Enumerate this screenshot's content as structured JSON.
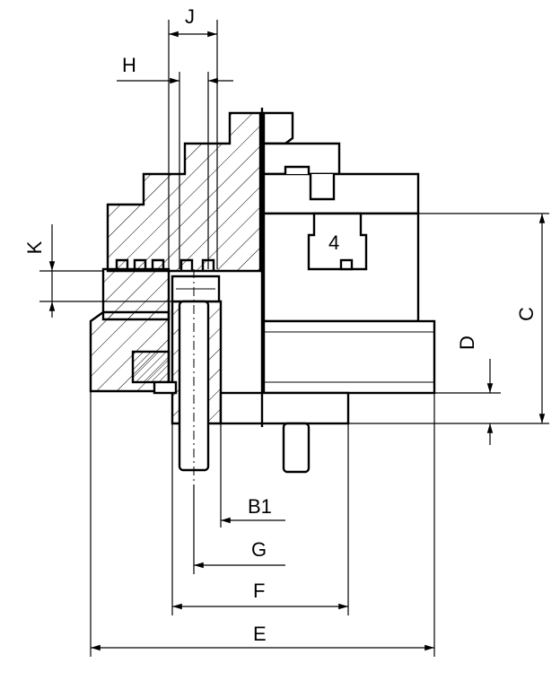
{
  "labels": {
    "J": "J",
    "H": "H",
    "K": "K",
    "C": "C",
    "D": "D",
    "B1": "B1",
    "G": "G",
    "F": "F",
    "E": "E",
    "jaw_number": "4"
  }
}
